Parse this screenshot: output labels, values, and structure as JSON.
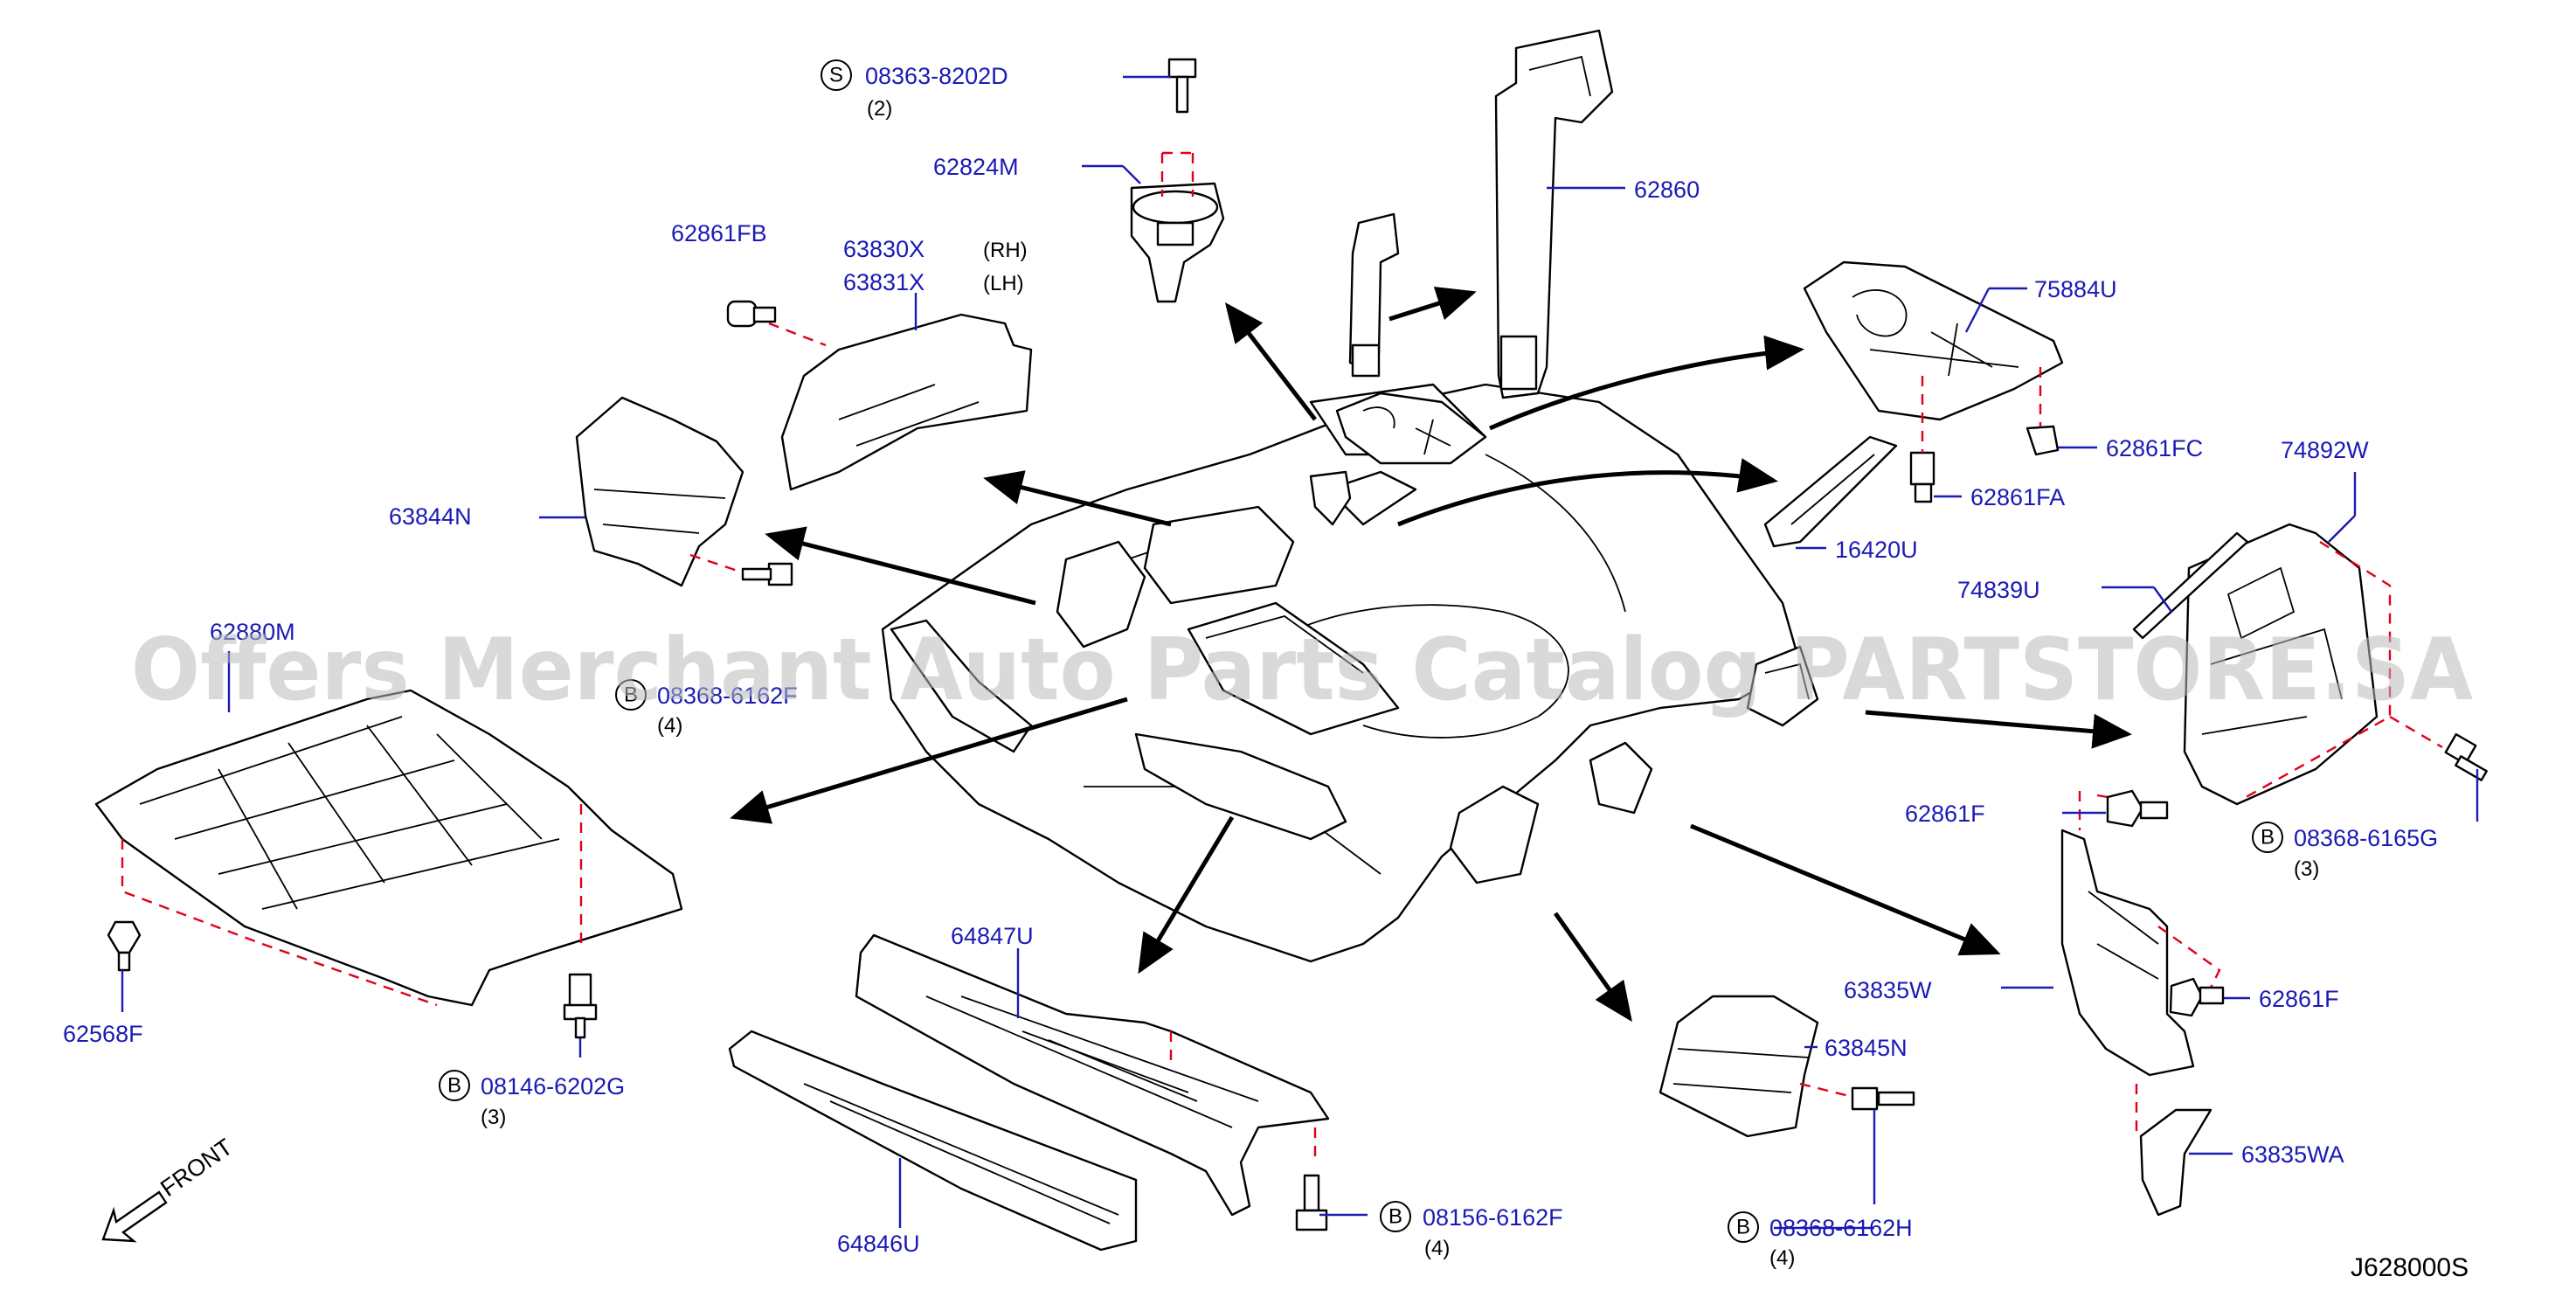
{
  "watermark": "Offers Merchant Auto Parts Catalog PARTSTORE.SA",
  "diagram_ref": "J628000S",
  "front_label": "FRONT",
  "labels": {
    "p08363": "08363-8202D",
    "p08363_qty": "(2)",
    "p08363_sym": "S",
    "p62824M": "62824M",
    "p62860": "62860",
    "p62861FB": "62861FB",
    "p63830X": "63830X",
    "p63830X_side": "(RH)",
    "p63831X": "63831X",
    "p63831X_side": "(LH)",
    "p75884U": "75884U",
    "p62861FC": "62861FC",
    "p62861FA": "62861FA",
    "p16420U": "16420U",
    "p74892W": "74892W",
    "p74839U": "74839U",
    "p63844N": "63844N",
    "p62880M": "62880M",
    "p08368_162F": "08368-6162F",
    "p08368_162F_qty": "(4)",
    "p08368_162F_sym": "B",
    "p08368_165G": "08368-6165G",
    "p08368_165G_qty": "(3)",
    "p08368_165G_sym": "B",
    "p62861F_a": "62861F",
    "p62861F_b": "62861F",
    "p63835W": "63835W",
    "p63845N": "63845N",
    "p63835WA": "63835WA",
    "p64847U": "64847U",
    "p64846U": "64846U",
    "p62568F": "62568F",
    "p08146": "08146-6202G",
    "p08146_qty": "(3)",
    "p08146_sym": "B",
    "p08156": "08156-6162F",
    "p08156_qty": "(4)",
    "p08156_sym": "B",
    "p08368_162H": "08368-6162H",
    "p08368_162H_qty": "(4)",
    "p08368_162H_sym": "B"
  },
  "colors": {
    "label": "#1a1ab5",
    "dash": "#e0001a",
    "line": "#000000",
    "watermark": "#b9b9b9"
  }
}
